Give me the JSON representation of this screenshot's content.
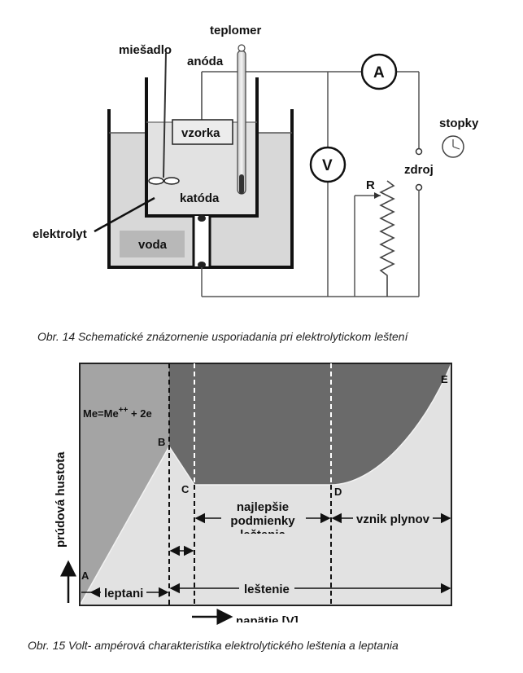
{
  "figure1": {
    "labels": {
      "teplomer": "teplomer",
      "miesadlo": "miešadlo",
      "anoda": "anóda",
      "ammeter": "A",
      "vzorka": "vzorka",
      "stopky": "stopky",
      "voltmeter": "V",
      "zdroj": "zdroj",
      "resistor": "R",
      "katoda": "katóda",
      "elektrolyt": "elektrolyt",
      "voda": "voda"
    },
    "caption": "Obr. 14 Schematické znázornenie usporiadania pri elektrolytickom leštení"
  },
  "figure2": {
    "equation": "Me=Me++ + 2e",
    "eq_main": "Me=Me",
    "eq_sup": "++",
    "eq_tail": " + 2e",
    "ylabel": "prúdová hustota",
    "xlabel": "napätie [V]",
    "points": {
      "A": "A",
      "B": "B",
      "C": "C",
      "D": "D",
      "E": "E"
    },
    "regions": {
      "best_1": "najlepšie",
      "best_2": "podmienky",
      "best_3": "leštenia",
      "gas": "vznik plynov",
      "leptanie": "leptani",
      "lestenie": "leštenie"
    },
    "caption": "Obr. 15  Volt- ampérová charakteristika  elektrolytického leštenia a leptania"
  },
  "colors": {
    "electrolyte": "#d6d6d6",
    "vessel_wall": "#111111",
    "dark_region": "#6a6a6a",
    "mid_region": "#a8a8a8",
    "light_region": "#e4e4e4"
  }
}
